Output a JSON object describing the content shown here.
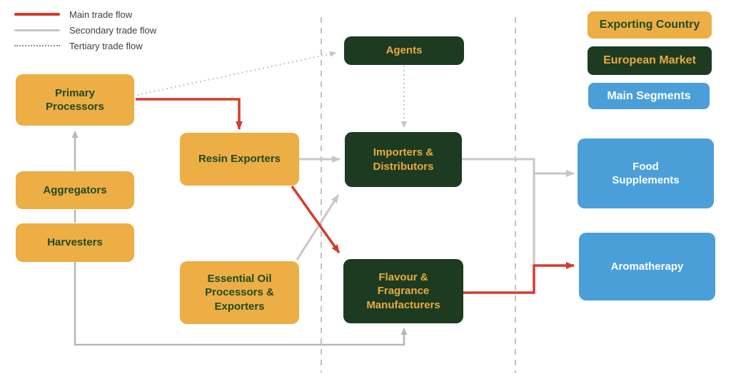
{
  "colors": {
    "red": "#d63b2b",
    "gray": "#c7c7c7",
    "sage": "#b3bbb2",
    "dotted": "#c4c4c4",
    "divider": "#c3c3c3",
    "legend_dot": "#8e8e8e",
    "legend_text": "#404040",
    "yellow": "#ecae45",
    "dark_green": "#1d3b20",
    "blue": "#4b9fd9",
    "text_on_yellow": "#1f4b24",
    "text_on_green": "#eaaa3c",
    "text_on_blue": "#ffffff"
  },
  "legend": {
    "flows": [
      {
        "label": "Main trade flow",
        "style": "solid-red"
      },
      {
        "label": "Secondary trade flow",
        "style": "solid-gray"
      },
      {
        "label": "Tertiary trade flow",
        "style": "dotted-gray"
      }
    ]
  },
  "categories": [
    {
      "label": "Exporting Country",
      "color_key": "yellow"
    },
    {
      "label": "European Market",
      "color_key": "dark_green"
    },
    {
      "label": "Main Segments",
      "color_key": "blue"
    }
  ],
  "nodes": {
    "primary_processors": "Primary\nProcessors",
    "aggregators": "Aggregators",
    "harvesters": "Harvesters",
    "resin_exporters": "Resin Exporters",
    "essential_oil": "Essential Oil\nProcessors &\nExporters",
    "agents": "Agents",
    "importers": "Importers &\nDistributors",
    "flavour": "Flavour &\nFragrance\nManufacturers",
    "food_supplements": "Food\nSupplements",
    "aromatherapy": "Aromatherapy"
  },
  "edges": [
    {
      "from": "Harvesters",
      "to": "Aggregators",
      "type": "secondary"
    },
    {
      "from": "Aggregators",
      "to": "Primary Processors",
      "type": "secondary"
    },
    {
      "from": "Primary Processors",
      "to": "Resin Exporters",
      "type": "main"
    },
    {
      "from": "Primary Processors",
      "to": "Agents",
      "type": "tertiary"
    },
    {
      "from": "Agents",
      "to": "Importers & Distributors",
      "type": "tertiary"
    },
    {
      "from": "Resin Exporters",
      "to": "Importers & Distributors",
      "type": "secondary"
    },
    {
      "from": "Resin Exporters",
      "to": "Flavour & Fragrance Manufacturers",
      "type": "main"
    },
    {
      "from": "Essential Oil Processors & Exporters",
      "to": "Importers & Distributors",
      "type": "secondary"
    },
    {
      "from": "Importers & Distributors",
      "to": "Food Supplements",
      "type": "secondary"
    },
    {
      "from": "Importers & Distributors",
      "to": "Aromatherapy",
      "type": "secondary"
    },
    {
      "from": "Flavour & Fragrance Manufacturers",
      "to": "Aromatherapy",
      "type": "main"
    },
    {
      "from": "Harvesters",
      "to": "Flavour & Fragrance Manufacturers",
      "type": "secondary"
    }
  ]
}
